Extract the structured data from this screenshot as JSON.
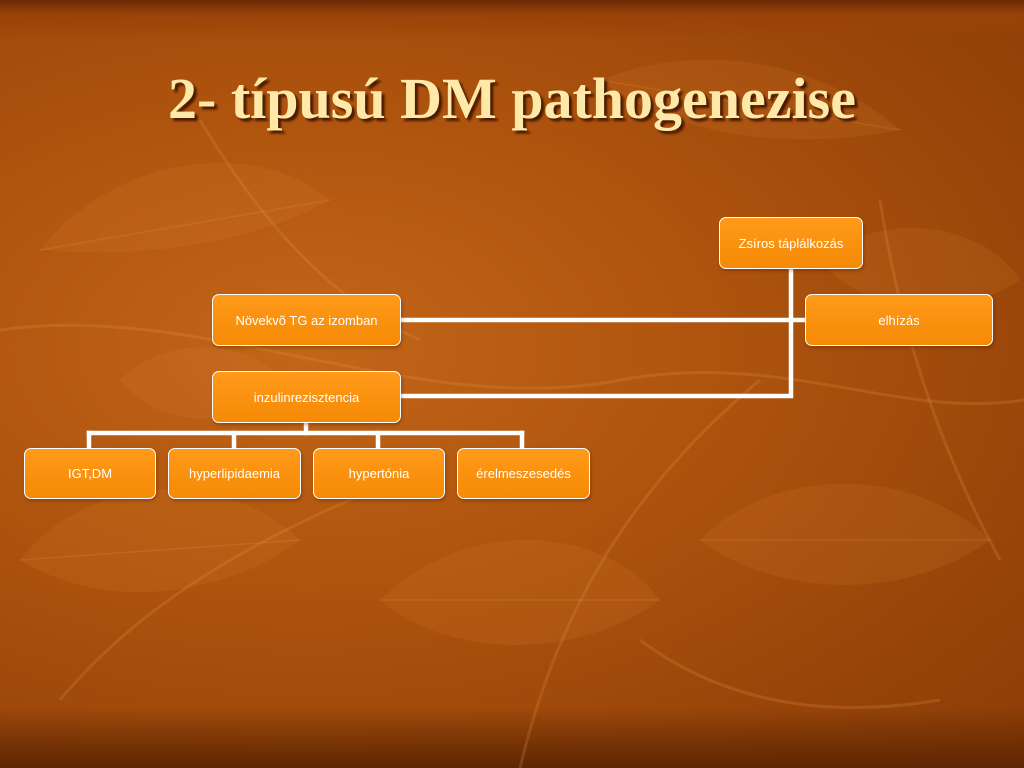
{
  "slide": {
    "title": "2- típusú DM pathogenezise",
    "colors": {
      "background": "#a94d0c",
      "title_text": "#ffe9a8",
      "node_fill": "#f58a05",
      "node_border": "#ffffff",
      "connector": "#ffffff"
    }
  },
  "diagram": {
    "nodes": {
      "zsiros": "Zsíros táplálkozás",
      "novekvo_tg": "Növekvõ TG az izomban",
      "elhizas": "elhízás",
      "inzulinrezisztencia": "inzulinrezisztencia",
      "igt_dm": "IGT,DM",
      "hyperlipidaemia": "hyperlipidaemia",
      "hypertonia": "hypertónia",
      "erelmeszesedes": "érelmeszesedés"
    },
    "edges": [
      [
        "zsiros",
        "novekvo_tg"
      ],
      [
        "zsiros",
        "elhizas"
      ],
      [
        "zsiros",
        "inzulinrezisztencia"
      ],
      [
        "inzulinrezisztencia",
        "igt_dm"
      ],
      [
        "inzulinrezisztencia",
        "hyperlipidaemia"
      ],
      [
        "inzulinrezisztencia",
        "hypertonia"
      ],
      [
        "inzulinrezisztencia",
        "erelmeszesedes"
      ]
    ]
  }
}
